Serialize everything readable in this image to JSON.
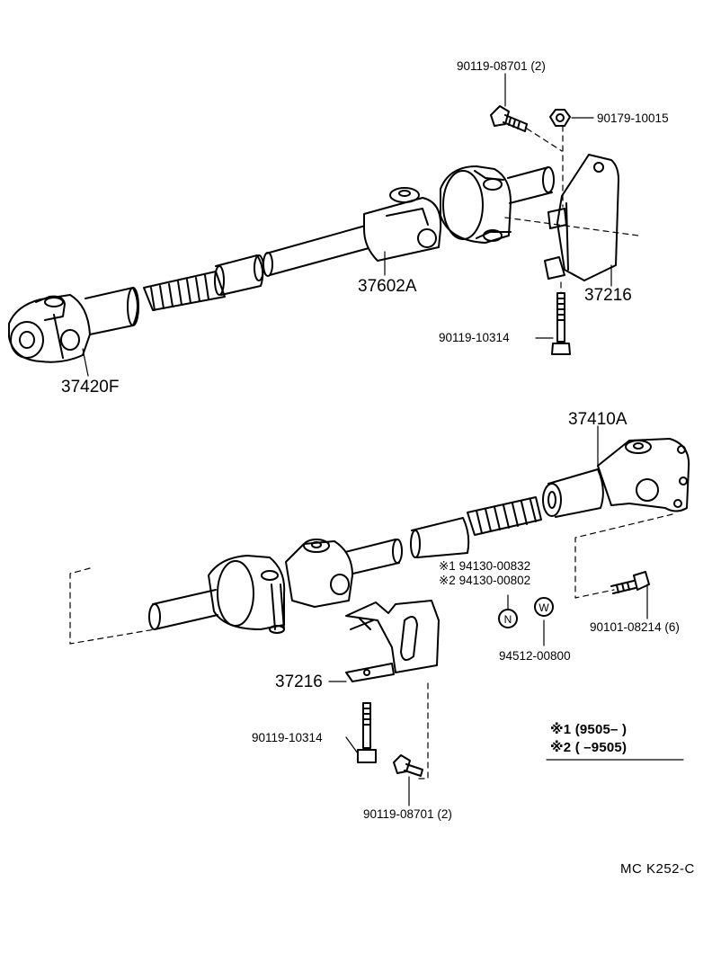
{
  "labels": {
    "bolt_top": "90119-08701 (2)",
    "nut_top": "90179-10015",
    "shaft_center": "37602A",
    "bracket_top": "37216",
    "bolt_long_top": "90119-10314",
    "yoke_front": "37420F",
    "flange_rear": "37410A",
    "nut_variant_1": "※1 94130-00832",
    "nut_variant_2": "※2 94130-00802",
    "bolt_flange": "90101-08214 (6)",
    "washer": "94512-00800",
    "bracket_bottom": "37216",
    "bolt_long_bottom": "90119-10314",
    "bolt_bottom": "90119-08701 (2)"
  },
  "circle_marks": {
    "nut": "N",
    "washer": "W"
  },
  "notes": [
    "※1 (9505–      )",
    "※2 (      –9505)"
  ],
  "diagram_ref": "MC  K252-C"
}
